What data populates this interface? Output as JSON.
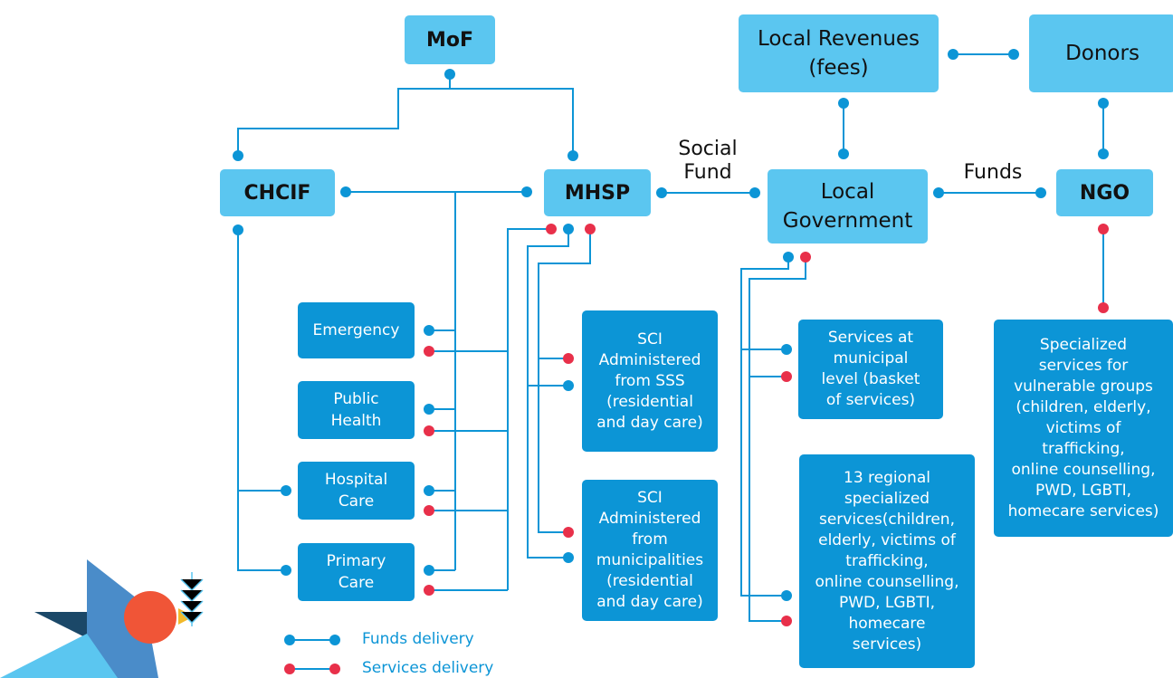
{
  "nodes": {
    "mof": "MoF",
    "chcif": "CHCIF",
    "mhsp": "MHSP",
    "local_revenues": "Local Revenues\n(fees)",
    "donors": "Donors",
    "local_government": "Local\nGovernment",
    "ngo": "NGO",
    "emergency": "Emergency",
    "public_health": "Public\nHealth",
    "hospital_care": "Hospital\nCare",
    "primary_care": "Primary\nCare",
    "sci_sss": "SCI\nAdministered\nfrom SSS\n(residential\nand day care)",
    "sci_municipalities": "SCI\nAdministered\nfrom\nmunicipalities\n(residential\nand day care)",
    "services_municipal": "Services at\nmunicipal\nlevel (basket\nof services)",
    "regional_services": "13 regional\nspecialized\nservices(children,\nelderly, victims of\ntrafficking,\nonline counselling,\nPWD, LGBTI,\nhomecare\nservices)",
    "ngo_services": "Specialized\nservices for\nvulnerable groups\n(children, elderly,\nvictims of\ntrafficking,\nonline counselling,\nPWD, LGBTI,\nhomecare services)"
  },
  "edge_labels": {
    "social_fund": "Social\nFund",
    "funds": "Funds"
  },
  "legend": {
    "funds_delivery": "Funds delivery",
    "services_delivery": "Services delivery"
  },
  "colors": {
    "funds": "#0c95d6",
    "services": "#e8304a",
    "box_light": "#5bc6f0",
    "box_dark": "#0c95d6"
  }
}
